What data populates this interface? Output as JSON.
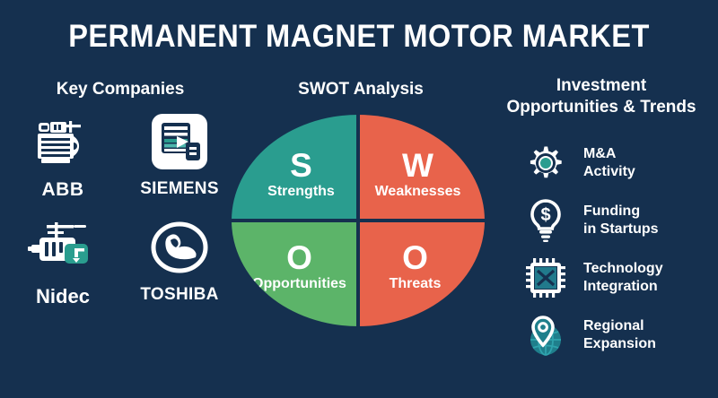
{
  "page": {
    "title": "PERMANENT MAGNET MOTOR MARKET",
    "background_color": "#15304f",
    "text_color": "#ffffff"
  },
  "key_companies": {
    "heading": "Key Companies",
    "items": [
      {
        "label": "ABB",
        "icon": "electric-motor-icon"
      },
      {
        "label": "SIEMENS",
        "icon": "document-chart-badge-icon"
      },
      {
        "label": "Nidec",
        "icon": "generator-machine-icon"
      },
      {
        "label": "TOSHIBA",
        "icon": "flexed-arm-circle-icon"
      }
    ]
  },
  "swot": {
    "heading": "SWOT Analysis",
    "quadrants": [
      {
        "letter": "S",
        "label": "Strengths",
        "color": "#2a9d8f"
      },
      {
        "letter": "W",
        "label": "Weaknesses",
        "color": "#e8634b"
      },
      {
        "letter": "O",
        "label": "Opportunities",
        "color": "#5cb469"
      },
      {
        "letter": "O",
        "label": "Threats",
        "color": "#e8634b"
      }
    ]
  },
  "investment": {
    "heading_line1": "Investment",
    "heading_line2": "Opportunities & Trends",
    "items": [
      {
        "label_line1": "M&A",
        "label_line2": "Activity",
        "icon": "gear-icon"
      },
      {
        "label_line1": "Funding",
        "label_line2": "in Startups",
        "icon": "lightbulb-dollar-icon"
      },
      {
        "label_line1": "Technology",
        "label_line2": "Integration",
        "icon": "microchip-icon"
      },
      {
        "label_line1": "Regional",
        "label_line2": "Expansion",
        "icon": "location-pin-globe-icon"
      }
    ]
  },
  "colors": {
    "teal": "#2a9d8f",
    "teal_dark": "#1b7f74",
    "coral": "#e8634b",
    "green": "#5cb469",
    "navy": "#15304f",
    "white": "#ffffff"
  }
}
